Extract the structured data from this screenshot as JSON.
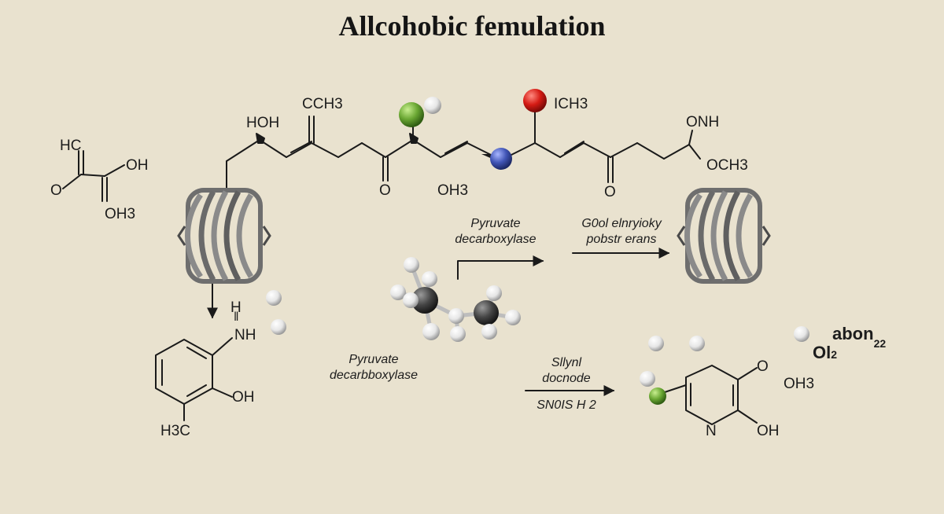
{
  "title": "Allcohobic femulation",
  "acid": {
    "hc": "HC",
    "oh": "OH",
    "o": "O",
    "oh3": "OH3"
  },
  "chain": {
    "hoh": "HOH",
    "cch3": "CCH3",
    "ich3": "ICH3",
    "onh": "ONH",
    "och3": "OCH3",
    "o_left": "O",
    "o_right": "O",
    "oh3": "OH3"
  },
  "phenol": {
    "h": "H",
    "nh": "NH",
    "oh": "OH",
    "h3c": "H3C"
  },
  "enzymes": {
    "pyruvate_top": [
      "Pyruvate",
      "decarboxylase"
    ],
    "gool": [
      "G0ol elnryioky",
      "pobstr erans"
    ],
    "pyruvate_bottom": [
      "Pyruvate",
      "decarbboxylase"
    ],
    "silynl": [
      "Sllynl",
      "docnode",
      "SN0IS H 2"
    ]
  },
  "pyridine": {
    "o_top": "O",
    "n": "N",
    "oh": "OH",
    "oh3": "OH3"
  },
  "species": {
    "o12": "Ol",
    "o12_sub": "2",
    "abon": "abon",
    "abon_sub": "22"
  },
  "colors": {
    "background": "#e9e2cf",
    "ink": "#1a1a1a",
    "red_atom": "#d51b14",
    "green_atom": "#6aa733",
    "blue_atom": "#4155b6",
    "carbon_atom": "#4a4a4a",
    "hydrogen_atom": "#efefef",
    "protein_ribbon": "#7b7b7b"
  },
  "icons": [
    "protein-ribbon-icon",
    "atom-sphere-icon",
    "reaction-arrow-icon"
  ]
}
